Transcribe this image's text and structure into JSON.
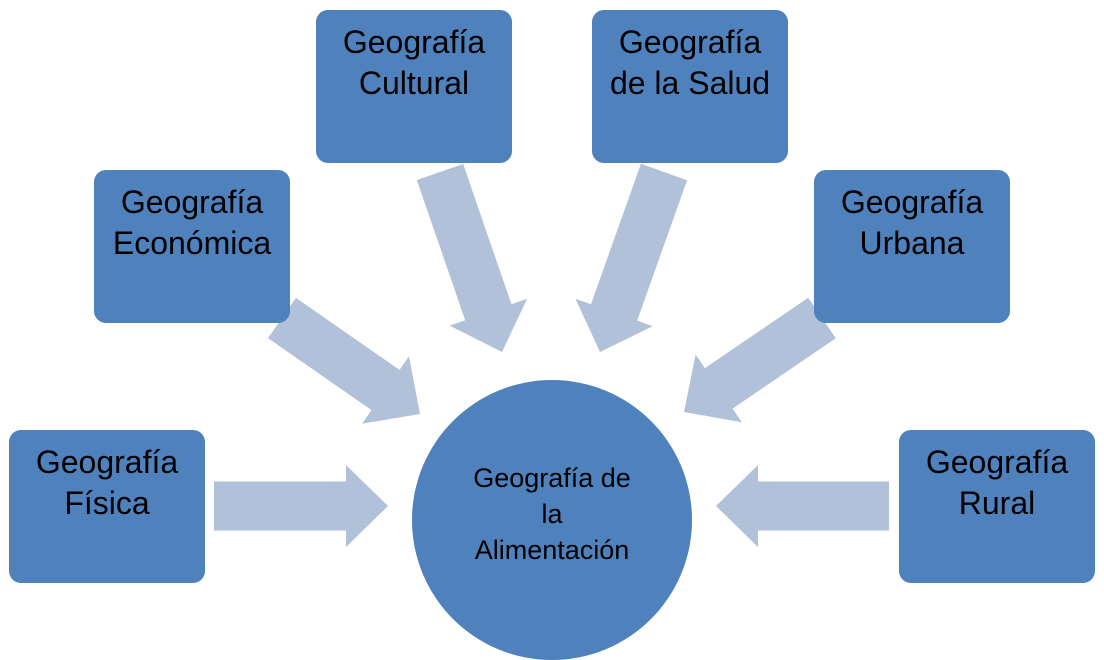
{
  "colors": {
    "node": "#4f81bd",
    "arrow": "#b1c1d9"
  },
  "center": {
    "lines": [
      "Geografía de",
      "la",
      "Alimentación"
    ]
  },
  "nodes": [
    {
      "id": "fisica",
      "lines": [
        "Geografía",
        "Física"
      ]
    },
    {
      "id": "economica",
      "lines": [
        "Geografía",
        "Económica"
      ]
    },
    {
      "id": "cultural",
      "lines": [
        "Geografía",
        "Cultural"
      ]
    },
    {
      "id": "salud",
      "lines": [
        "Geografía",
        "de la Salud"
      ]
    },
    {
      "id": "urbana",
      "lines": [
        "Geografía",
        "Urbana"
      ]
    },
    {
      "id": "rural",
      "lines": [
        "Geografía",
        "Rural"
      ]
    }
  ]
}
